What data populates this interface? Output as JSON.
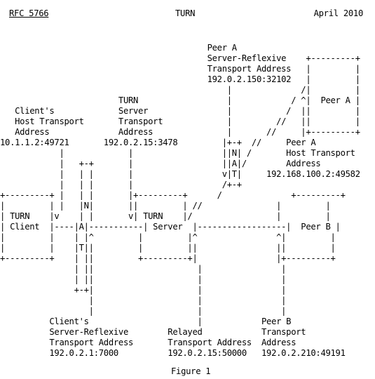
{
  "header": {
    "rfc_link": "RFC 5766",
    "title": "TURN",
    "date": "April 2010"
  },
  "figure": {
    "lines": [
      "                                          Peer A",
      "                                          Server-Reflexive    +---------+",
      "                                          Transport Address   |         |",
      "                                          192.0.2.150:32102   |         |",
      "                                              |              /|         |",
      "                        TURN                  |            / ^|  Peer A |",
      "   Client's             Server                |           /  ||         |",
      "   Host Transport       Transport             |         //   ||         |",
      "   Address              Address               |       //     |+---------+",
      "10.1.1.2:49721       192.0.2.15:3478         |+-+  //     Peer A",
      "            |             |                  ||N| /       Host Transport",
      "            |   +-+       |                  ||A|/        Address",
      "            |   | |       |                  v|T|     192.168.100.2:49582",
      "            |   | |       |                  /+-+",
      "+---------+ |   | |       |+---------+      /              +---------+",
      "|         | |   |N|       ||         | //               |         |",
      "| TURN    |v    | |       v| TURN    |/                 |         |",
      "| Client  |----|A|-----------| Server  |------------------|  Peer B |",
      "|         |    | |^         |         |^                ^|         |",
      "|         |    |T||         |         ||                ||         |",
      "+---------+    | ||         +---------+|                |+---------+",
      "               | ||                     |                |",
      "               | ||                     |                |",
      "               +-+|                     |                |",
      "                  |                     |                |",
      "                  |                     |                |",
      "          Client's                      |            Peer B",
      "          Server-Reflexive        Relayed            Transport",
      "          Transport Address       Transport Address  Address",
      "          192.0.2.1:7000          192.0.2.15:50000   192.0.2.210:49191"
    ]
  },
  "caption": "Figure 1"
}
